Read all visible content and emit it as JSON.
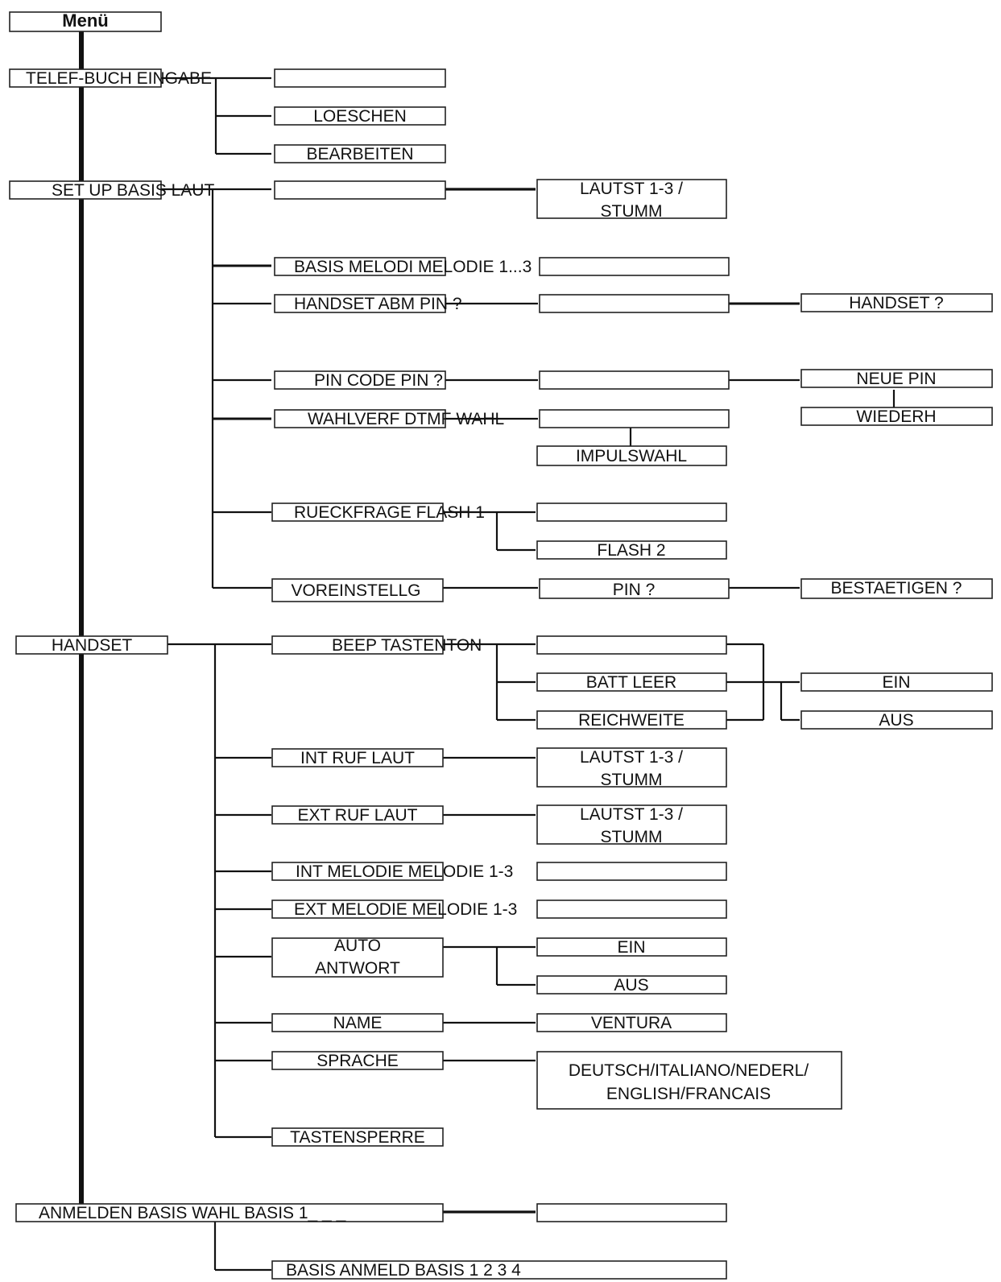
{
  "title": "Menü",
  "nodes": {
    "telef_buch": "TELEF-BUCH EINGABE",
    "loeschen": "LOESCHEN",
    "bearbeiten": "BEARBEITEN",
    "setup_basis": "SET UP BASIS LAUT",
    "setup_lautst_1": "LAUTST 1-3 /",
    "setup_lautst_2": "STUMM",
    "basis_melodi": "BASIS MELODI MELODIE 1...3",
    "handset_abm": "HANDSET ABM PIN ?",
    "handset_q": "HANDSET ?",
    "pin_code": "PIN CODE PIN ?",
    "neue_pin": "NEUE PIN",
    "wiederh": "WIEDERH",
    "wahlverf": "WAHLVERF DTMF WAHL",
    "impulswahl": "IMPULSWAHL",
    "rueckfrage": "RUECKFRAGE FLASH 1",
    "flash2": "FLASH 2",
    "voreinstellg": "VOREINSTELLG",
    "pin_q": "PIN ?",
    "bestaetigen": "BESTAETIGEN ?",
    "handset": "HANDSET",
    "beep": "BEEP TASTENTON",
    "batt_leer": "BATT  LEER",
    "reichweite": "REICHWEITE",
    "beep_ein": "EIN",
    "beep_aus": "AUS",
    "int_ruf": "INT RUF LAUT",
    "int_lautst_1": "LAUTST 1-3 /",
    "int_lautst_2": "STUMM",
    "ext_ruf": "EXT RUF LAUT",
    "ext_lautst_1": "LAUTST 1-3 /",
    "ext_lautst_2": "STUMM",
    "int_melodie": "INT MELODIE MELODIE 1-3",
    "ext_melodie": "EXT MELODIE MELODIE 1-3",
    "auto_1": "AUTO",
    "auto_2": "ANTWORT",
    "auto_ein": "EIN",
    "auto_aus": "AUS",
    "name": "NAME",
    "ventura": "VENTURA",
    "sprache": "SPRACHE",
    "sprachen_1": "DEUTSCH/ITALIANO/NEDERL/",
    "sprachen_2": "ENGLISH/FRANCAIS",
    "tastensperre": "TASTENSPERRE",
    "anmelden": "ANMELDEN BASIS WAHL BASIS 1_ _ _",
    "basis_anmeld": "BASIS ANMELD BASIS 1 2 3 4"
  }
}
